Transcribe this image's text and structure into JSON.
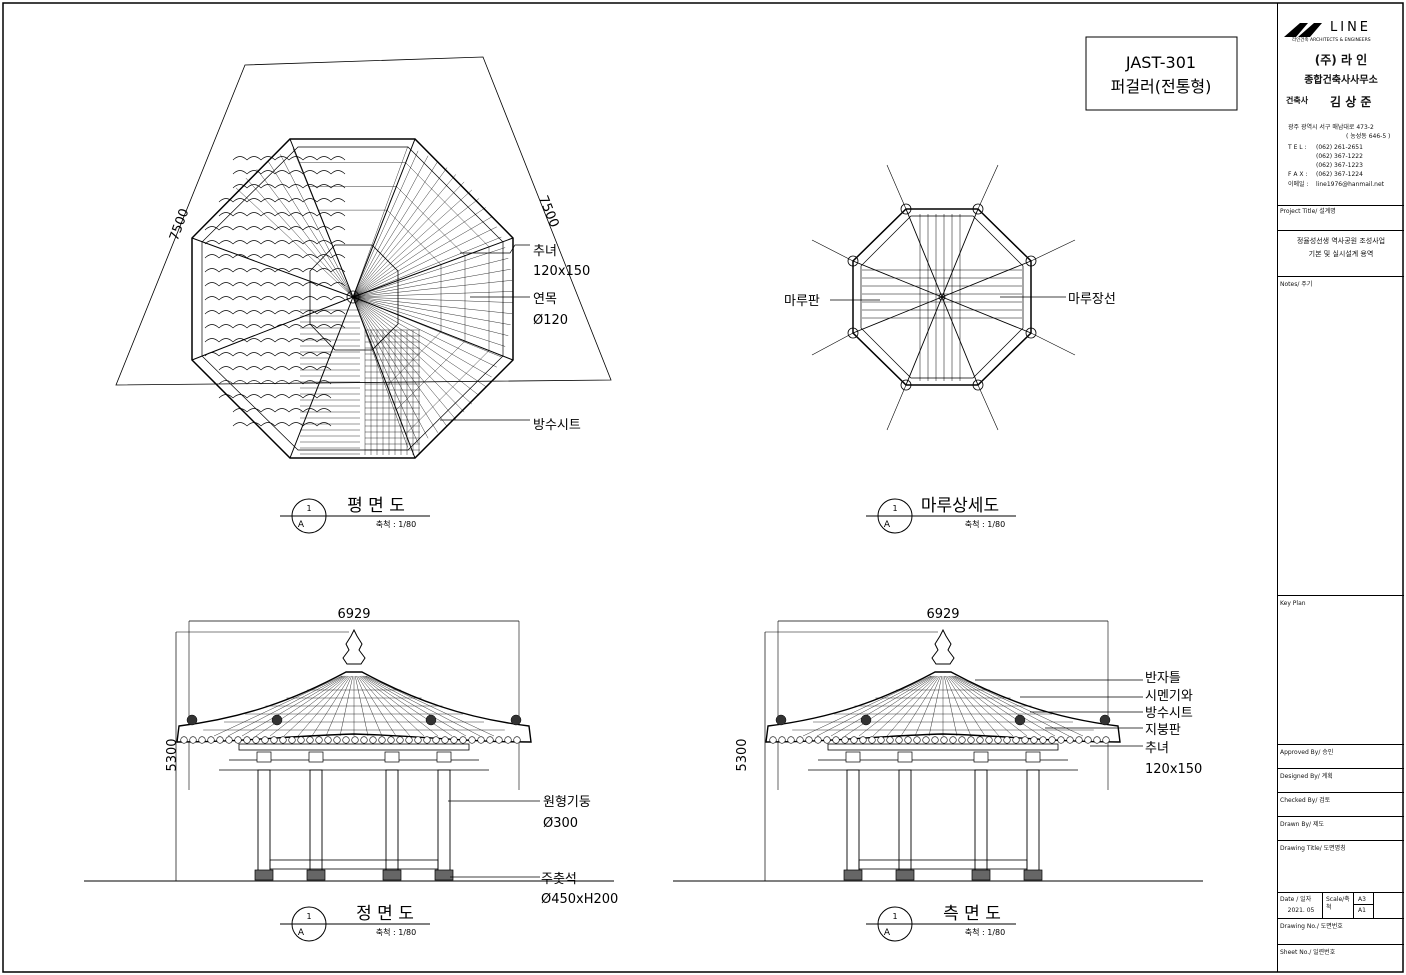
{
  "drawing_code": "JAST-301",
  "drawing_name": "퍼걸러(전통형)",
  "views": {
    "plan": {
      "no": "1",
      "ref": "A",
      "title": "평  면  도",
      "scale": "축척 : 1/80",
      "dim_left": "7500",
      "dim_right": "7500",
      "labels": {
        "chunyeo": "추녀",
        "chunyeo_size": "120x150",
        "yeonmok": "연목",
        "yeonmok_size": "Ø120",
        "bangsu": "방수시트"
      }
    },
    "maru": {
      "no": "1",
      "ref": "A",
      "title": "마루상세도",
      "scale": "축척 : 1/80",
      "labels": {
        "marupan": "마루판",
        "marujangseon": "마루장선"
      }
    },
    "front": {
      "no": "1",
      "ref": "A",
      "title": "정  면  도",
      "scale": "축척 : 1/80",
      "width": "6929",
      "height": "5300",
      "labels": {
        "column": "원형기둥",
        "column_size": "Ø300",
        "base": "주춧석",
        "base_size": "Ø450xH200"
      }
    },
    "side": {
      "no": "1",
      "ref": "A",
      "title": "측  면  도",
      "scale": "축척 : 1/80",
      "width": "6929",
      "height": "5300",
      "labels": {
        "banja": "반자틀",
        "cement": "시멘기와",
        "bangsu": "방수시트",
        "jibung": "지붕판",
        "chunyeo": "추녀",
        "chunyeo_size": "120x150"
      }
    }
  },
  "title_block": {
    "logo_text": "LINE",
    "logo_sub": "라인건축   ARCHITECTS & ENGINEERS",
    "company1": "(주) 라  인",
    "company2": "종합건축사사무소",
    "architect_role": "건축사",
    "architect_name": "김 상 준",
    "address1": "광주 광역시 서구 매남대로 473-2",
    "address2": "( 농성동 646-5 )",
    "tel_label": "T E L :",
    "tel1": "(062) 261-2651",
    "tel2": "(062) 367-1222",
    "tel3": "(062) 367-1223",
    "fax_label": "F A X :",
    "fax": "(062) 367-1224",
    "email_label": "이메일 :",
    "email": "line1976@hanmail.net",
    "project_title_label": "Project Title/ 설계명",
    "project_title1": "정율성선생 역사공원 조성사업",
    "project_title2": "기본 및 실시설계 용역",
    "notes_label": "Notes/ 주기",
    "key_plan_label": "Key Plan",
    "approved_label": "Approved By/ 승인",
    "designed_label": "Designed By/ 계획",
    "checked_label": "Checked By/ 검토",
    "drawn_label": "Drawn By/ 제도",
    "drawing_title_label": "Drawing Title/ 도면명칭",
    "date_label": "Date / 일자",
    "scale_label": "Scale/축척",
    "paper_a3": "A3",
    "paper_a1": "A1",
    "date": "2021. 05",
    "drawing_no_label": "Drawing No./ 도면번호",
    "sheet_no_label": "Sheet No./ 일련번호"
  }
}
